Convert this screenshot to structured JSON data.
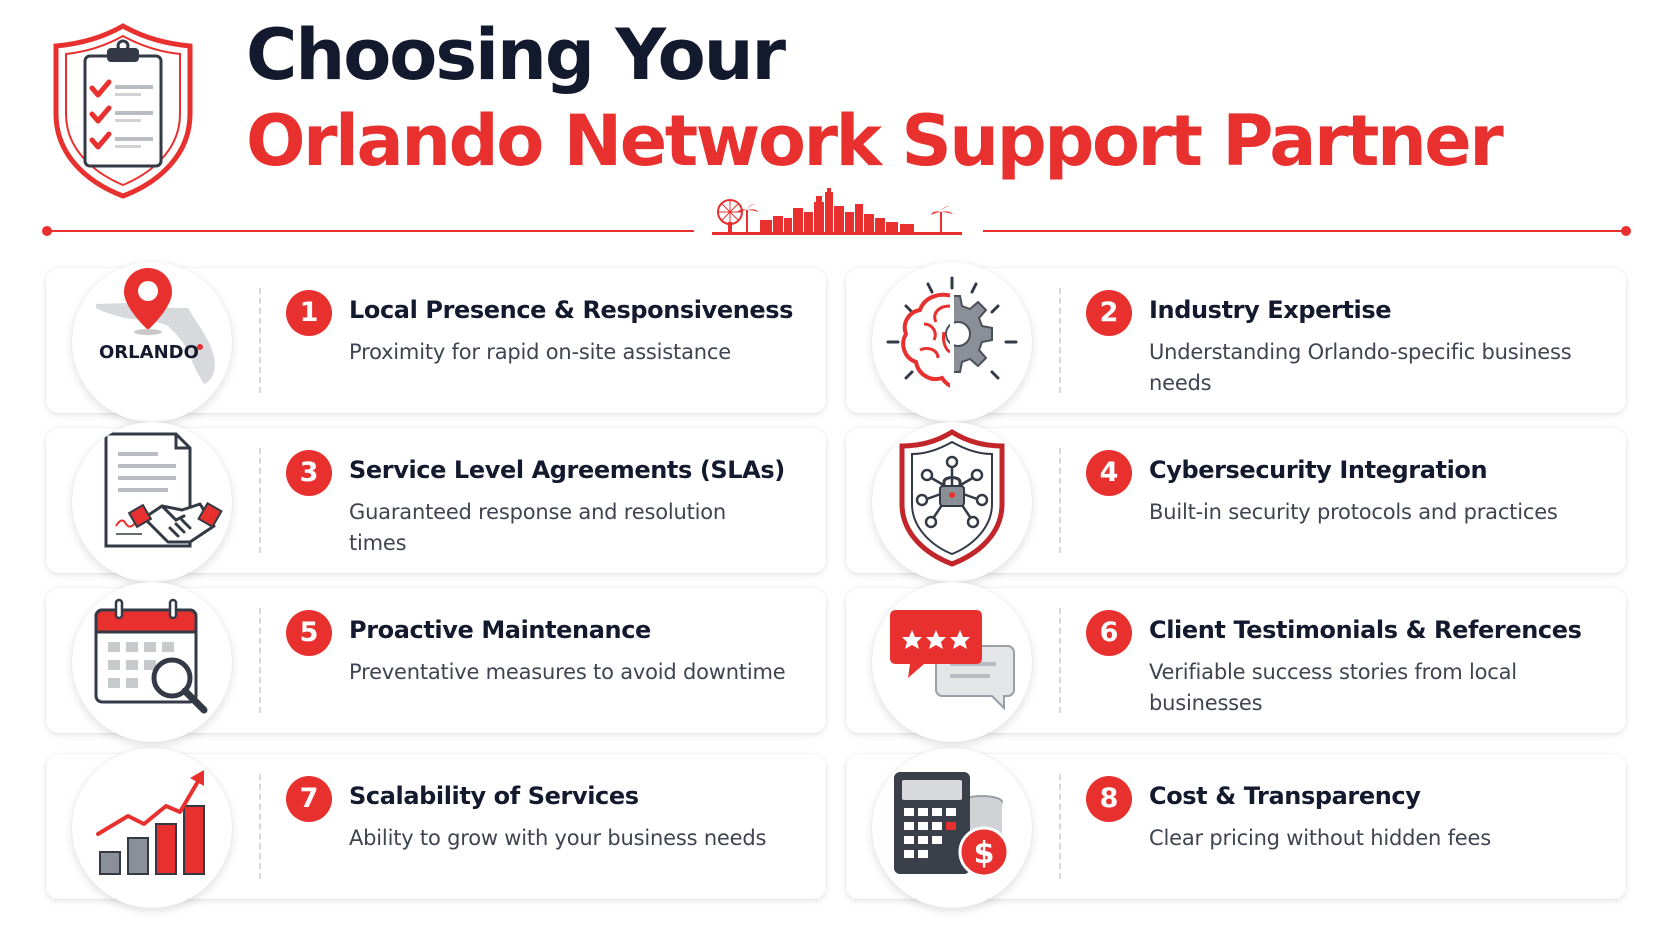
{
  "header": {
    "title_line1": "Choosing Your",
    "title_line2": "Orlando Network Support Partner"
  },
  "colors": {
    "accent": "#e8312f",
    "dark_text": "#141a2e",
    "body_text": "#3f4450"
  },
  "cards": [
    {
      "number": "1",
      "title": "Local Presence & Responsiveness",
      "description": "Proximity for rapid on-site assistance",
      "icon": "orlando-location-pin-icon",
      "icon_label": "ORLANDO"
    },
    {
      "number": "2",
      "title": "Industry Expertise",
      "description": "Understanding Orlando-specific business needs",
      "icon": "brain-gear-icon"
    },
    {
      "number": "3",
      "title": "Service Level Agreements (SLAs)",
      "description": "Guaranteed response and resolution times",
      "icon": "contract-handshake-icon"
    },
    {
      "number": "4",
      "title": "Cybersecurity Integration",
      "description": "Built-in security protocols and practices",
      "icon": "security-shield-network-icon"
    },
    {
      "number": "5",
      "title": "Proactive Maintenance",
      "description": "Preventative measures to avoid downtime",
      "icon": "calendar-magnifier-icon"
    },
    {
      "number": "6",
      "title": "Client Testimonials & References",
      "description": "Verifiable success stories from local businesses",
      "icon": "review-chat-bubbles-icon"
    },
    {
      "number": "7",
      "title": "Scalability of Services",
      "description": "Ability to grow with your business needs",
      "icon": "growth-bar-chart-icon"
    },
    {
      "number": "8",
      "title": "Cost & Transparency",
      "description": "Clear pricing without hidden fees",
      "icon": "calculator-dollar-icon",
      "icon_label": "$"
    }
  ]
}
